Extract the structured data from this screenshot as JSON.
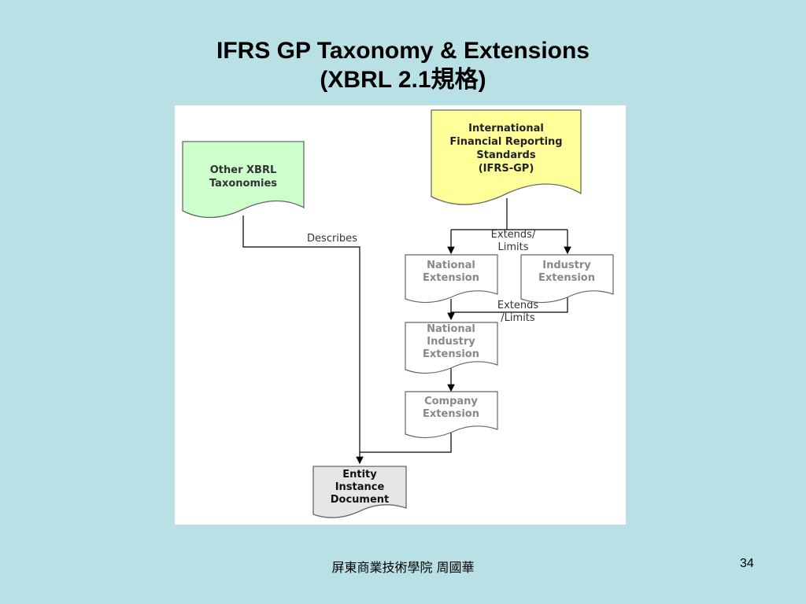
{
  "slide": {
    "title_line1": "IFRS GP Taxonomy & Extensions",
    "title_line2": "(XBRL 2.1規格)",
    "footer_text": "屏東商業技術學院 周國華",
    "page_number": "34"
  },
  "diagram": {
    "nodes": {
      "ifrs": {
        "lines": [
          "International",
          "Financial Reporting",
          "Standards",
          "(IFRS-GP)"
        ],
        "fill": "#ffff99"
      },
      "other": {
        "lines": [
          "Other XBRL",
          "Taxonomies"
        ],
        "fill": "#ccffcc"
      },
      "national": {
        "lines": [
          "National",
          "Extension"
        ],
        "fill": "#ffffff"
      },
      "industry": {
        "lines": [
          "Industry",
          "Extension"
        ],
        "fill": "#ffffff"
      },
      "national_industry": {
        "lines": [
          "National",
          "Industry",
          "Extension"
        ],
        "fill": "#ffffff"
      },
      "company": {
        "lines": [
          "Company",
          "Extension"
        ],
        "fill": "#ffffff"
      },
      "entity": {
        "lines": [
          "Entity",
          "Instance",
          "Document"
        ],
        "fill": "#e6e6e6"
      }
    },
    "edge_labels": {
      "describes": [
        "Describes"
      ],
      "extends1": [
        "Extends/",
        "Limits"
      ],
      "extends2": [
        "Extends",
        "/Limits"
      ]
    }
  }
}
